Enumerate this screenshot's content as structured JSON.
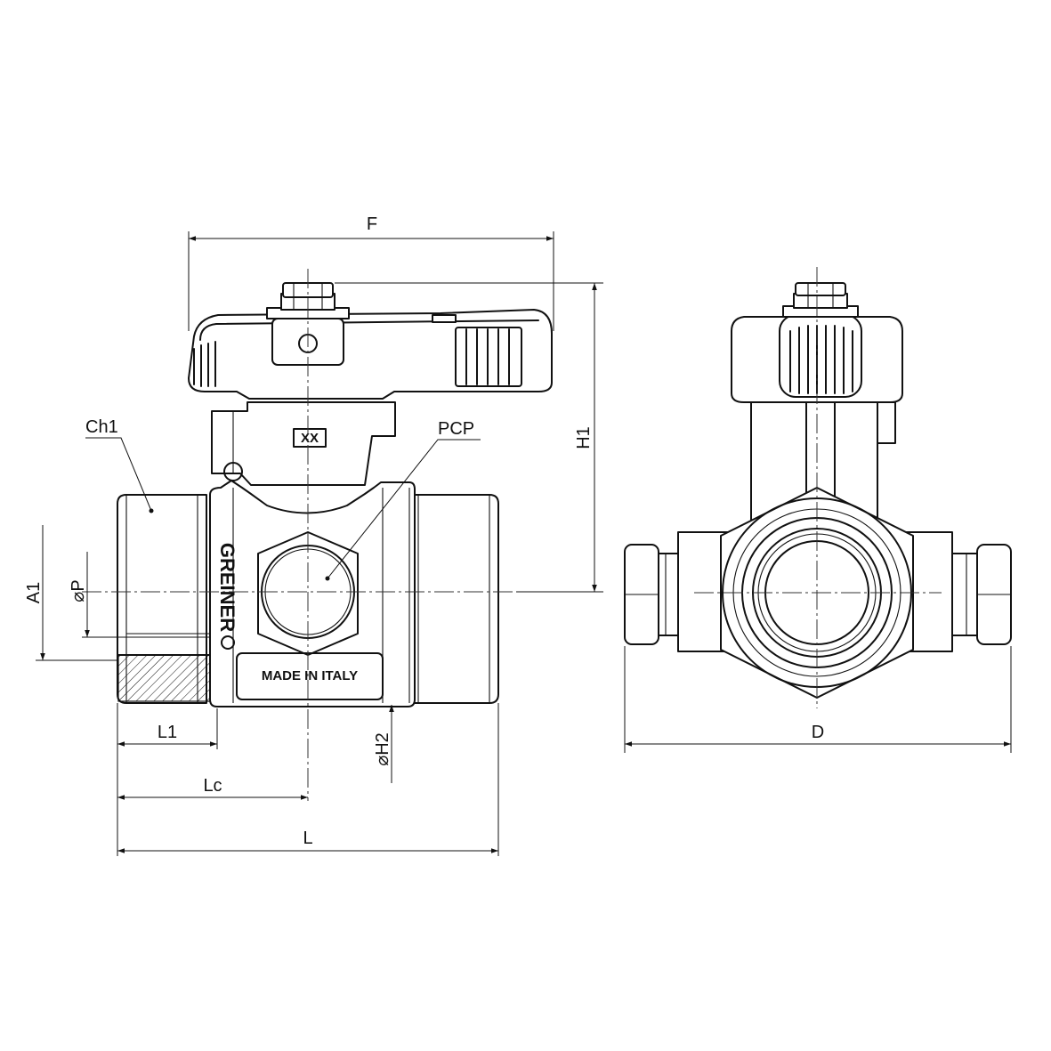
{
  "dimensions": {
    "F": "F",
    "H1": "H1",
    "A1": "A1",
    "P": "⌀P",
    "L1": "L1",
    "Lc": "Lc",
    "L": "L",
    "H2": "⌀H2",
    "D": "D"
  },
  "callouts": {
    "ch1": "Ch1",
    "pcp": "PCP"
  },
  "body_markings": {
    "brand": "GREINER",
    "origin": "MADE IN ITALY",
    "stamp": "XX"
  }
}
